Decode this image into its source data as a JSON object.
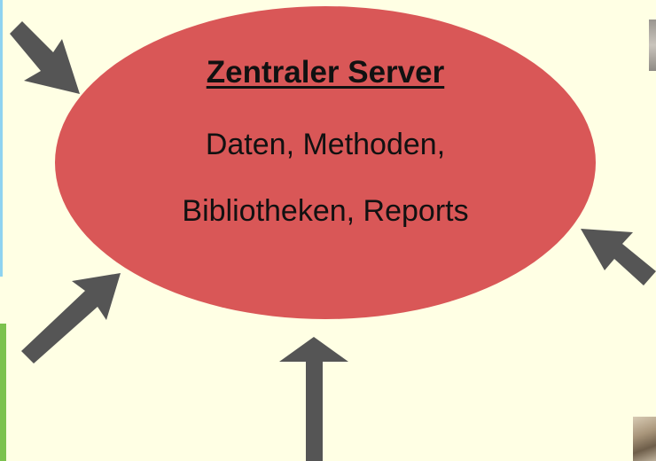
{
  "server": {
    "title": "Zentraler Server",
    "lines": [
      "Daten, Methoden,",
      "Bibliotheken, Reports"
    ]
  },
  "colors": {
    "background": "#FFFFE4",
    "server_fill": "#D95757",
    "arrow": "#555555",
    "text": "#111111"
  },
  "arrows": [
    {
      "name": "arrow-top-left",
      "direction": "down-right"
    },
    {
      "name": "arrow-lower-left",
      "direction": "up-right"
    },
    {
      "name": "arrow-bottom",
      "direction": "up"
    },
    {
      "name": "arrow-right",
      "direction": "up-left"
    }
  ]
}
